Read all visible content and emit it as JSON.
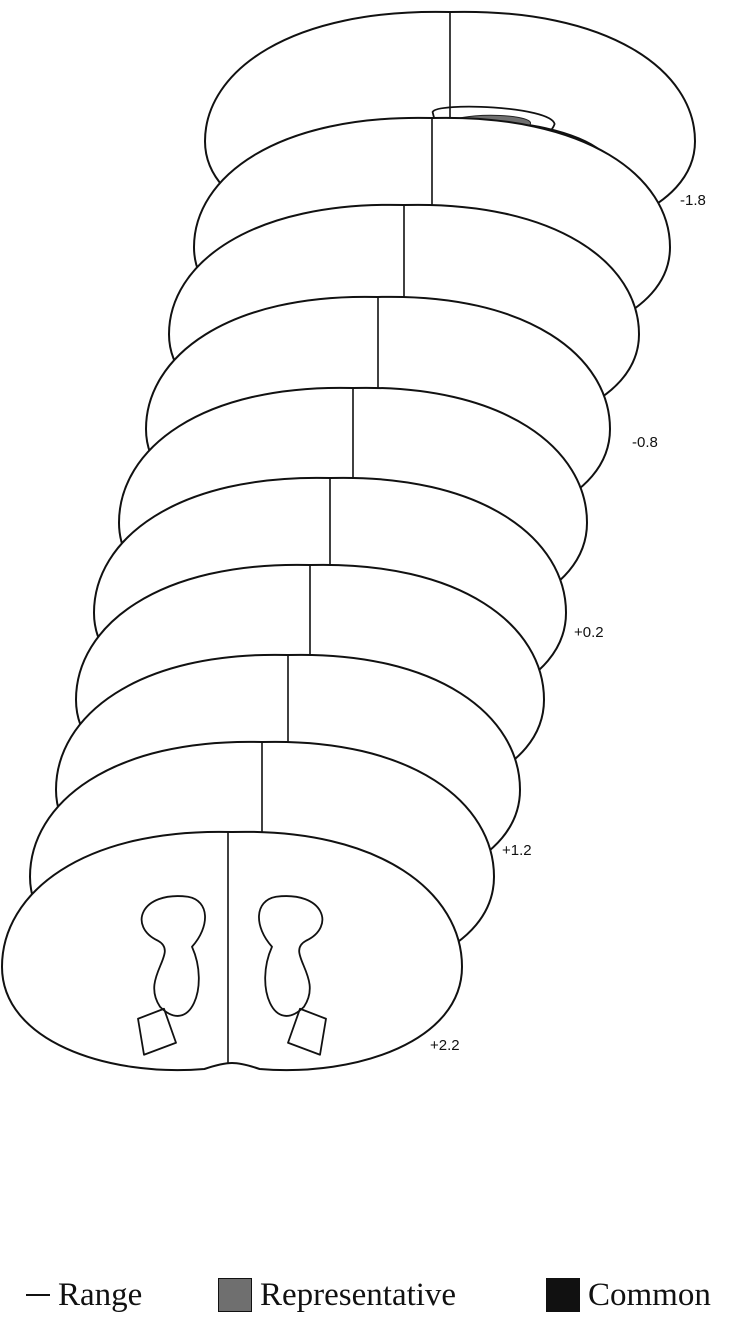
{
  "coordinates": [
    "-1.8",
    "-0.8",
    "+0.2",
    "+1.2",
    "+2.2"
  ],
  "legend": {
    "items": [
      {
        "label": "Range",
        "swatch": "line",
        "color": "#111111"
      },
      {
        "label": "Representative",
        "swatch": "box",
        "color": "#6f6f6f"
      },
      {
        "label": "Common",
        "swatch": "box",
        "color": "#111111"
      }
    ]
  },
  "colors": {
    "representative": "#6f6f6f",
    "common": "#111111",
    "outline": "#111111"
  }
}
